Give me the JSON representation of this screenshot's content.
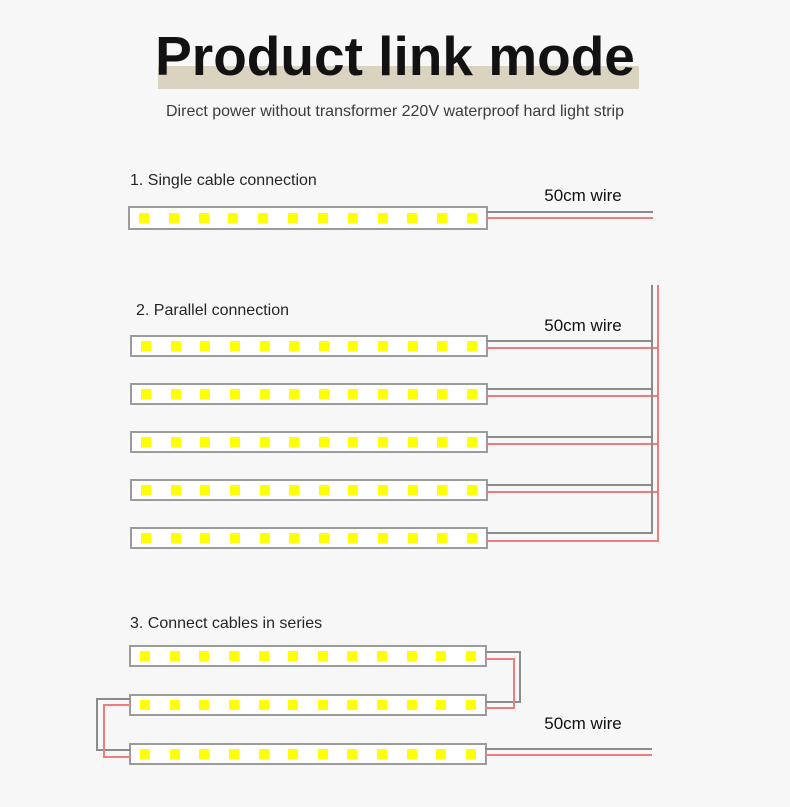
{
  "page": {
    "title": "Product link mode",
    "subtitle": "Direct power without transformer 220V waterproof hard light strip",
    "background_color": "#f7f7f7",
    "accent_bar_color": "#d9d3c0"
  },
  "diagram": {
    "led_color": "#ffff00",
    "strip_fill_color": "#ffffff",
    "strip_border_color": "#9b9b9b",
    "neutral_wire_color": "#8c8c8c",
    "live_wire_color": "#f07d7d",
    "leds_per_strip": 12
  },
  "sections": [
    {
      "id": "single",
      "heading": "1. Single cable connection",
      "wire_label": "50cm wire",
      "strip_count": 1
    },
    {
      "id": "parallel",
      "heading": "2. Parallel connection",
      "wire_label": "50cm wire",
      "strip_count": 5
    },
    {
      "id": "series",
      "heading": "3. Connect cables in series",
      "wire_label": "50cm wire",
      "strip_count": 3
    }
  ]
}
